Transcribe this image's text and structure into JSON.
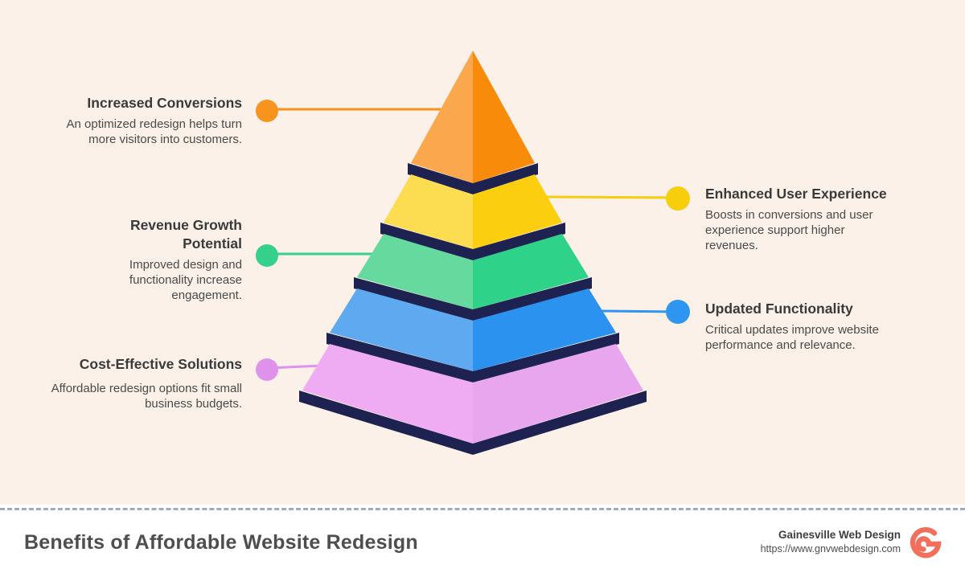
{
  "background": {
    "canvas_color": "#FBF1E8",
    "footer_color": "#FFFFFF"
  },
  "pyramid": {
    "separator_color": "#1E2250",
    "levels": [
      {
        "label": "Increased Conversions",
        "face_left": "#FAA74D",
        "face_right": "#F98B0A"
      },
      {
        "label": "Enhanced User Experience",
        "face_left": "#FCDC50",
        "face_right": "#FBCF10"
      },
      {
        "label": "Revenue Growth Potential",
        "face_left": "#66DA9E",
        "face_right": "#2ED288"
      },
      {
        "label": "Updated Functionality",
        "face_left": "#5FA9F0",
        "face_right": "#2B92F0"
      },
      {
        "label": "Cost-Effective Solutions",
        "face_left": "#F0ACF2",
        "face_right": "#E7A6EE"
      }
    ]
  },
  "callouts": {
    "left": [
      {
        "title": "Increased Conversions",
        "body": "An optimized redesign helps turn more visitors into customers.",
        "accent": "#F7941D"
      },
      {
        "title": "Revenue Growth Potential",
        "body": "Improved design and functionality increase engagement.",
        "accent": "#35D08C"
      },
      {
        "title": "Cost-Effective Solutions",
        "body": "Affordable redesign options fit small business budgets.",
        "accent": "#DE92EC"
      }
    ],
    "right": [
      {
        "title": "Enhanced User Experience",
        "body": "Boosts in conversions and user experience support higher revenues.",
        "accent": "#F7CE0C"
      },
      {
        "title": "Updated Functionality",
        "body": "Critical updates improve website performance and relevance.",
        "accent": "#2E96F0"
      }
    ]
  },
  "footer": {
    "title": "Benefits of Affordable Website Redesign",
    "brand": "Gainesville Web Design",
    "url": "https://www.gnvwebdesign.com",
    "logo_color": "#F2705B"
  }
}
